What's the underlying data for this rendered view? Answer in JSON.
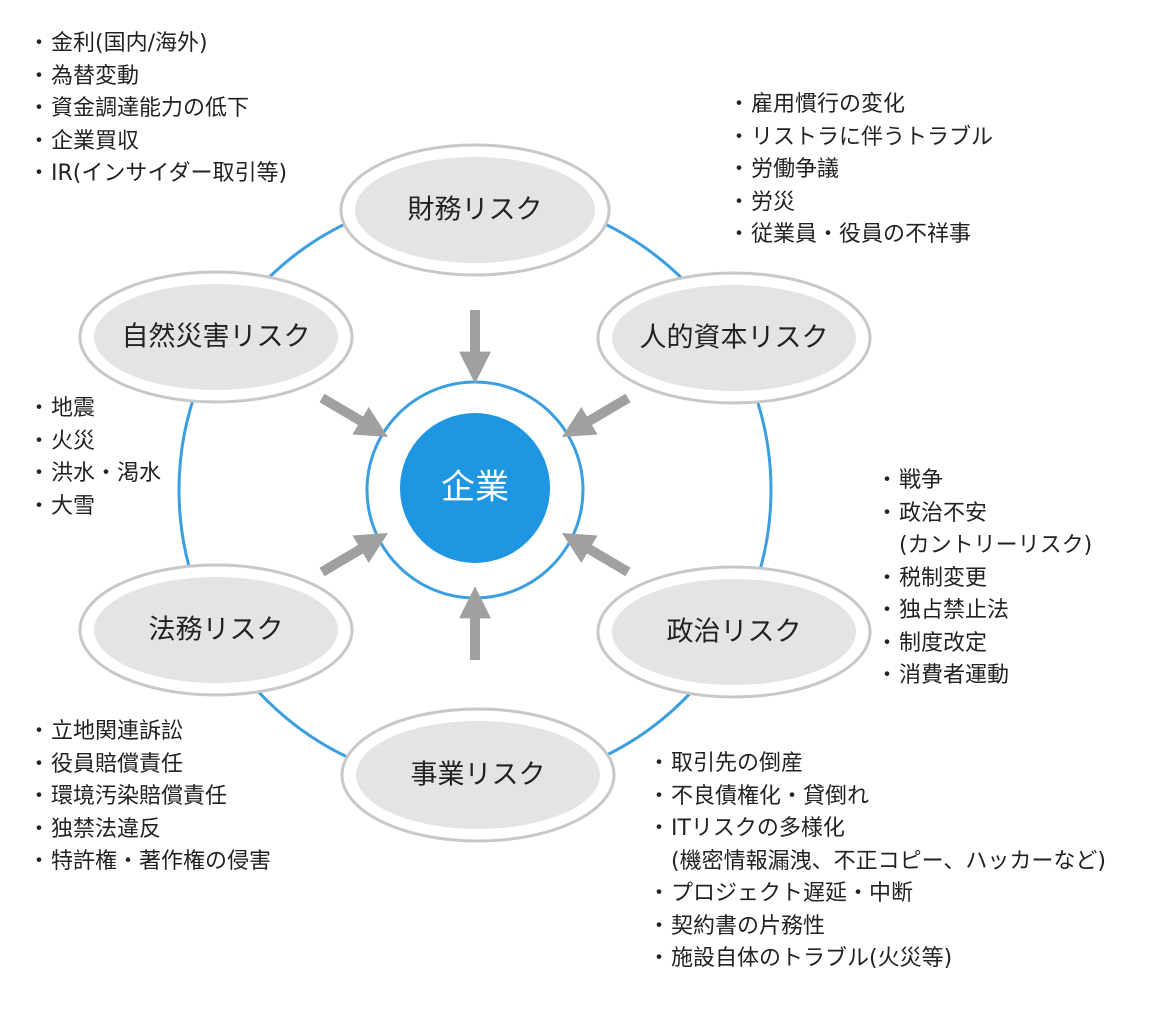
{
  "center": {
    "label": "企業",
    "color": "#1e96e1"
  },
  "ring_color": "#3a9ee0",
  "arrow_color": "#a0a0a0",
  "node_fill": "#e4e4e4",
  "nodes": [
    {
      "label": "財務リスク",
      "items": [
        {
          "text": "金利(国内/海外)",
          "bullet": true
        },
        {
          "text": "為替変動",
          "bullet": true
        },
        {
          "text": "資金調達能力の低下",
          "bullet": true
        },
        {
          "text": "企業買収",
          "bullet": true
        },
        {
          "text": "IR(インサイダー取引等)",
          "bullet": true
        }
      ]
    },
    {
      "label": "人的資本リスク",
      "items": [
        {
          "text": "雇用慣行の変化",
          "bullet": true
        },
        {
          "text": "リストラに伴うトラブル",
          "bullet": true
        },
        {
          "text": "労働争議",
          "bullet": true
        },
        {
          "text": "労災",
          "bullet": true
        },
        {
          "text": "従業員・役員の不祥事",
          "bullet": true
        }
      ]
    },
    {
      "label": "政治リスク",
      "items": [
        {
          "text": "戦争",
          "bullet": true
        },
        {
          "text": "政治不安",
          "bullet": true
        },
        {
          "text": "(カントリーリスク)",
          "bullet": false
        },
        {
          "text": "税制変更",
          "bullet": true
        },
        {
          "text": "独占禁止法",
          "bullet": true
        },
        {
          "text": "制度改定",
          "bullet": true
        },
        {
          "text": "消費者運動",
          "bullet": true
        }
      ]
    },
    {
      "label": "事業リスク",
      "items": [
        {
          "text": "取引先の倒産",
          "bullet": true
        },
        {
          "text": "不良債権化・貸倒れ",
          "bullet": true
        },
        {
          "text": "ITリスクの多様化",
          "bullet": true
        },
        {
          "text": "(機密情報漏洩、不正コピー、ハッカーなど)",
          "bullet": false
        },
        {
          "text": "プロジェクト遅延・中断",
          "bullet": true
        },
        {
          "text": "契約書の片務性",
          "bullet": true
        },
        {
          "text": "施設自体のトラブル(火災等)",
          "bullet": true
        }
      ]
    },
    {
      "label": "法務リスク",
      "items": [
        {
          "text": "立地関連訴訟",
          "bullet": true
        },
        {
          "text": "役員賠償責任",
          "bullet": true
        },
        {
          "text": "環境汚染賠償責任",
          "bullet": true
        },
        {
          "text": "独禁法違反",
          "bullet": true
        },
        {
          "text": "特許権・著作権の侵害",
          "bullet": true
        }
      ]
    },
    {
      "label": "自然災害リスク",
      "items": [
        {
          "text": "地震",
          "bullet": true
        },
        {
          "text": "火災",
          "bullet": true
        },
        {
          "text": "洪水・渇水",
          "bullet": true
        },
        {
          "text": "大雪",
          "bullet": true
        }
      ]
    }
  ]
}
